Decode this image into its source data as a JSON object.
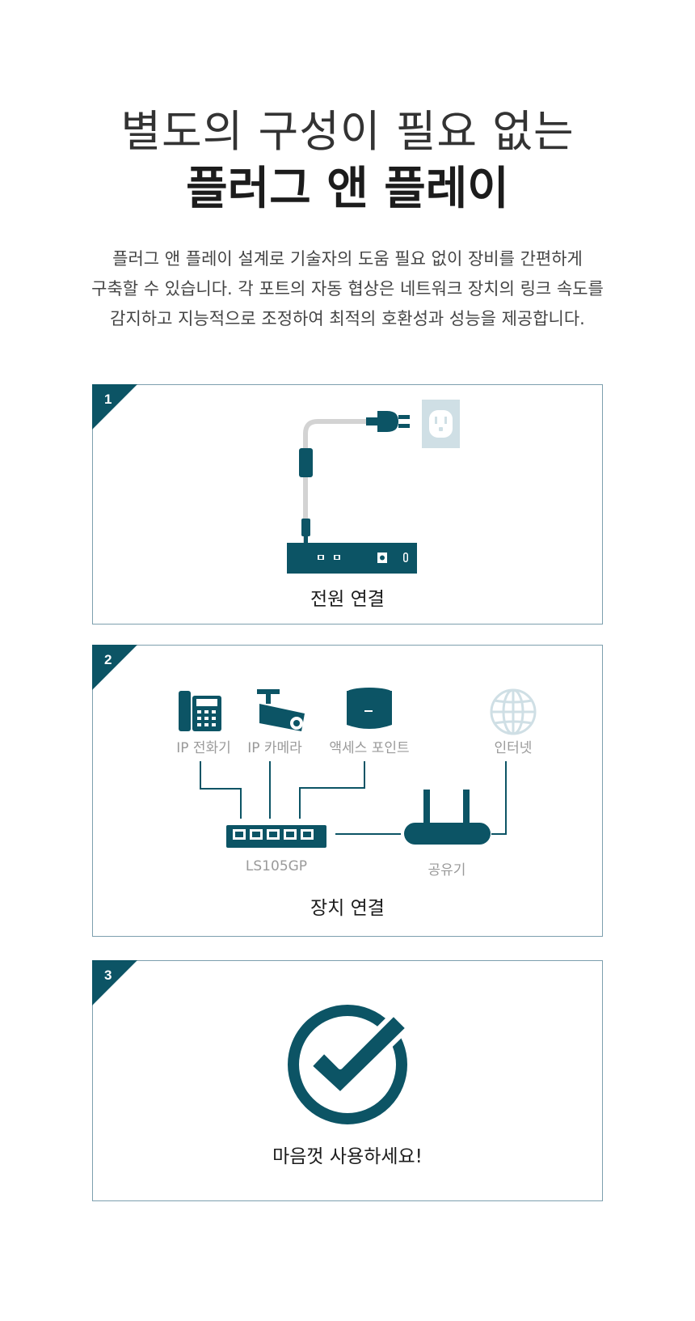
{
  "heading": {
    "line1": "별도의 구성이 필요 없는",
    "line2": "플러그 앤 플레이"
  },
  "description": [
    "플러그 앤 플레이 설계로 기술자의 도움 필요 없이 장비를 간편하게",
    "구축할 수 있습니다. 각 포트의 자동 협상은 네트워크 장치의 링크 속도를",
    "감지하고 지능적으로 조정하여 최적의 호환성과 성능을 제공합니다."
  ],
  "steps": [
    {
      "number": "1",
      "caption": "전원 연결"
    },
    {
      "number": "2",
      "caption": "장치 연결",
      "devices": {
        "phone": "IP 전화기",
        "camera": "IP 카메라",
        "access_point": "액세스 포인트",
        "internet": "인터넷",
        "switch": "LS105GP",
        "router": "공유기"
      }
    },
    {
      "number": "3",
      "caption": "마음껏 사용하세요!"
    }
  ],
  "colors": {
    "accent": "#0c5465",
    "outlet": "#cfdfe5",
    "border": "#7d9fae",
    "label": "#9a9a9a"
  }
}
